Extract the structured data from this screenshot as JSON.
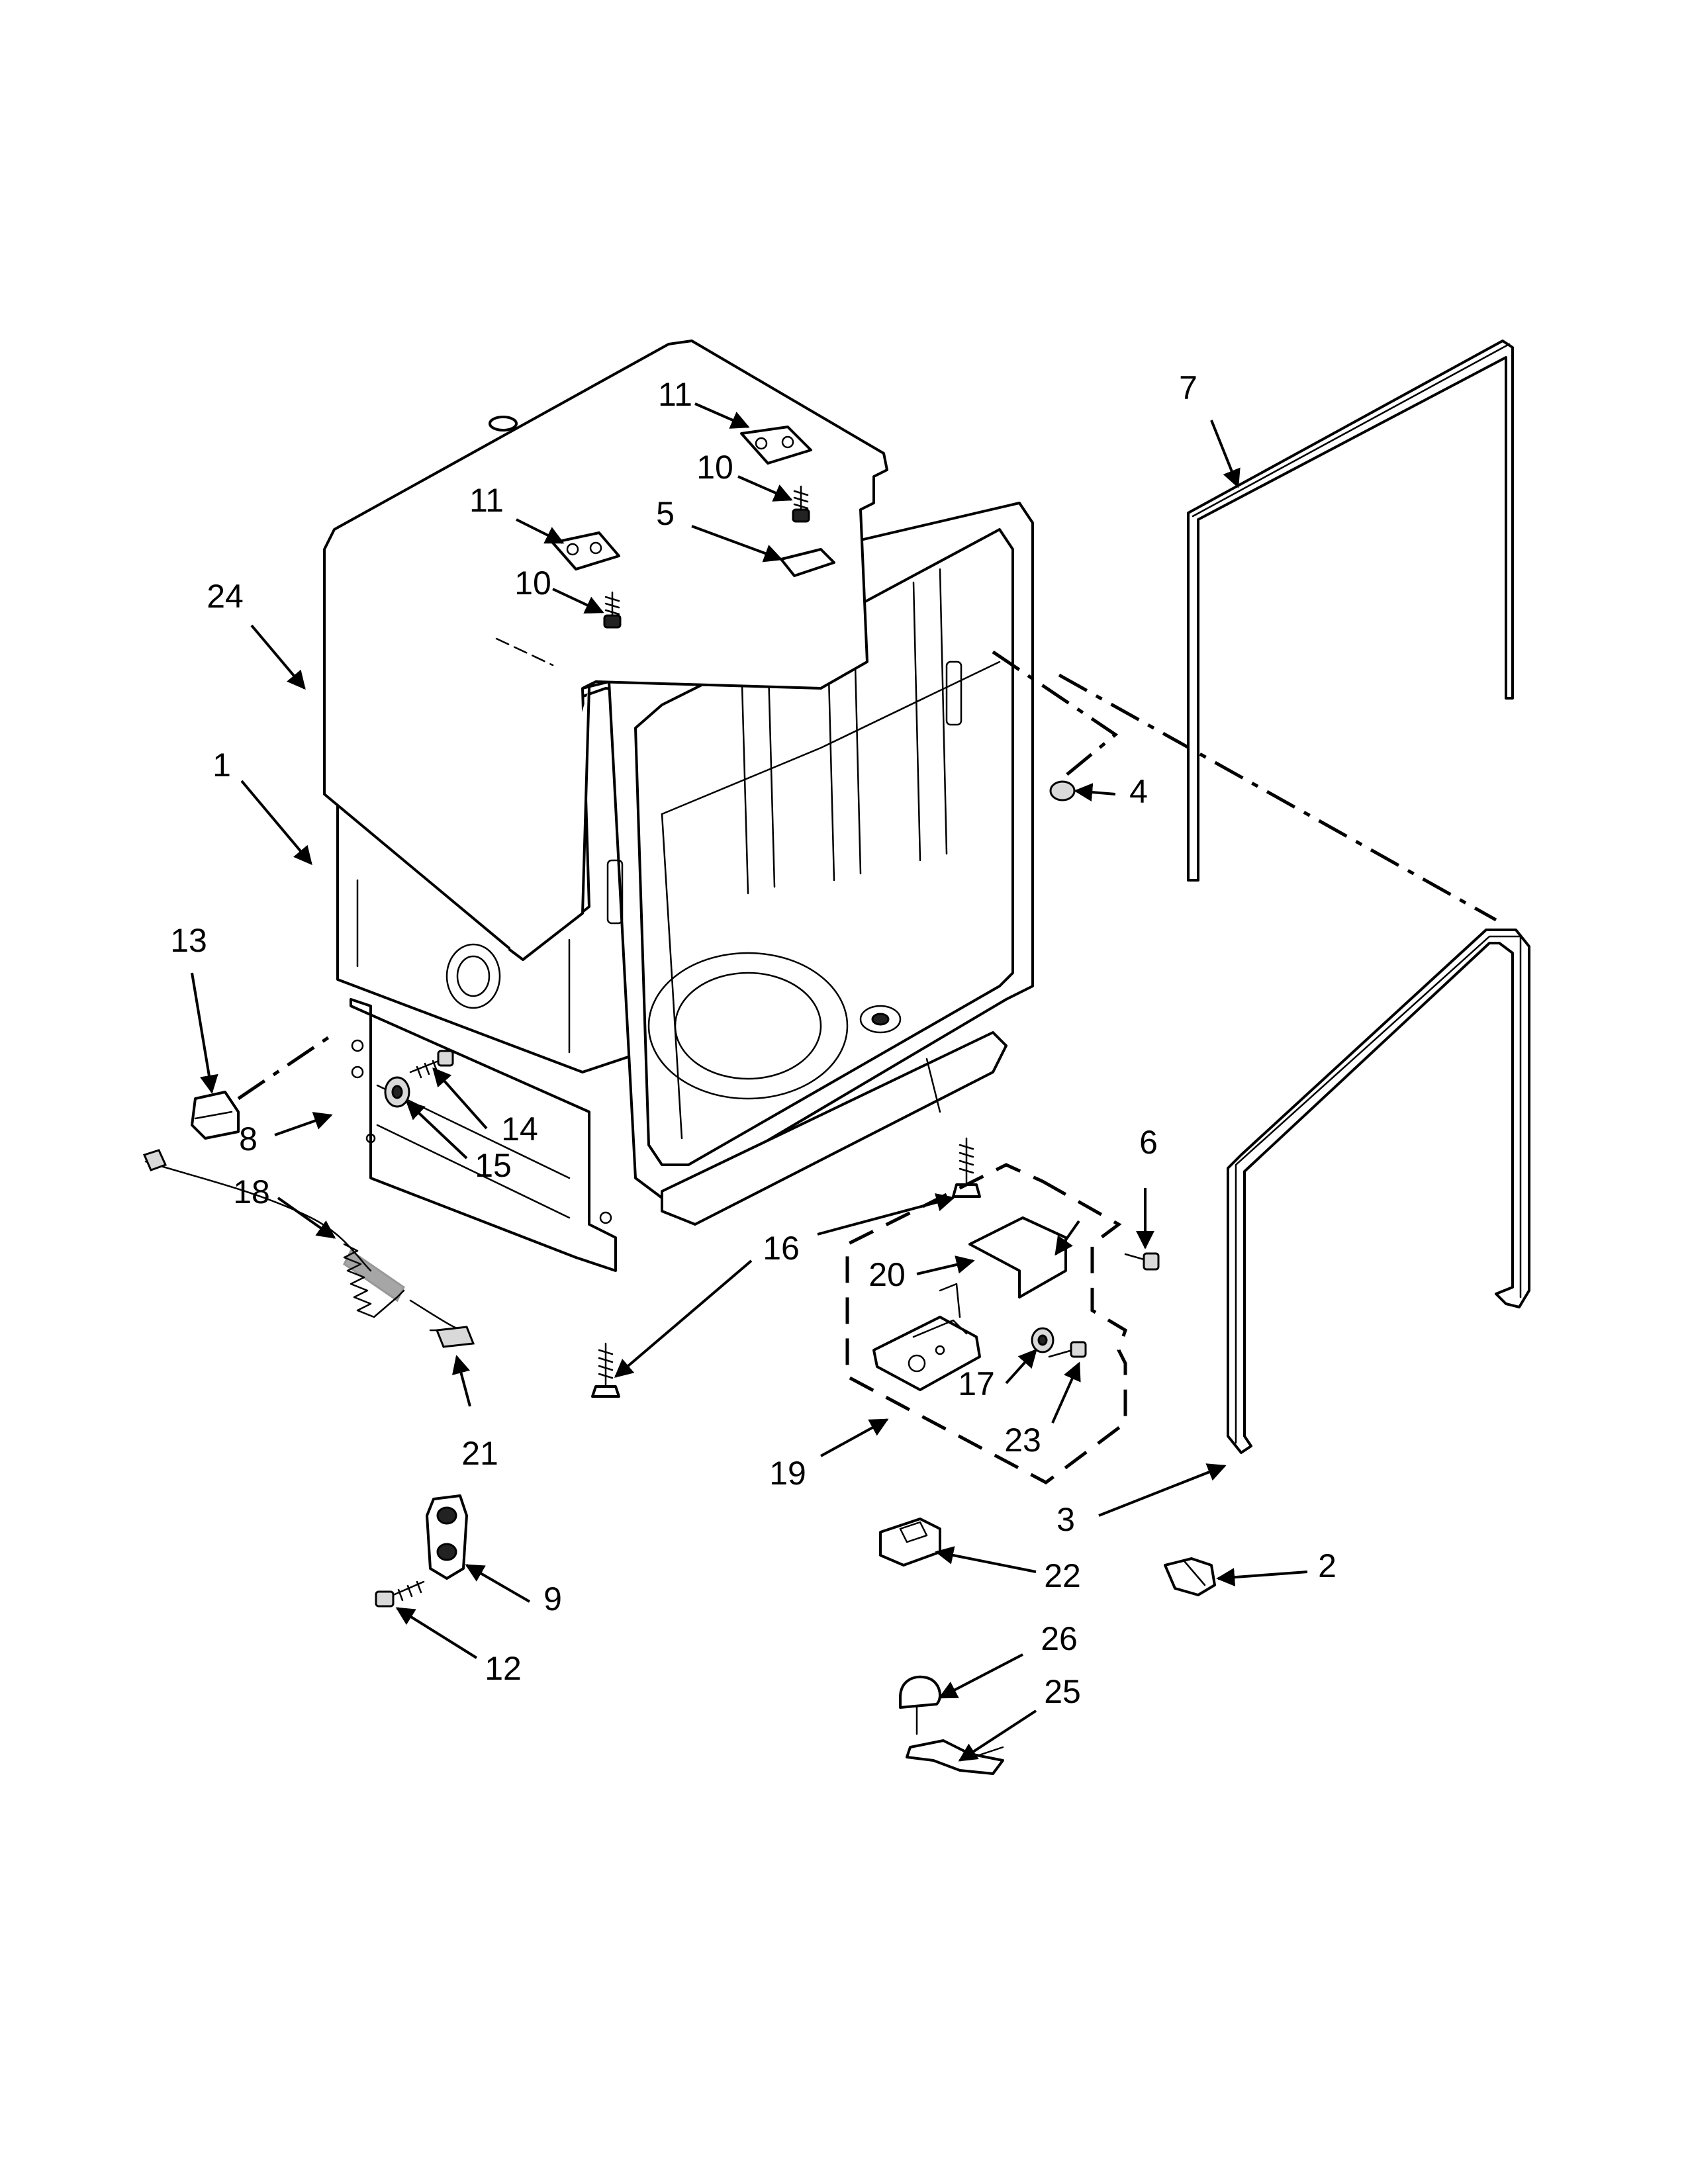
{
  "callouts": {
    "c1": "1",
    "c2": "2",
    "c3": "3",
    "c4": "4",
    "c5": "5",
    "c6": "6",
    "c7": "7",
    "c8": "8",
    "c9": "9",
    "c10a": "10",
    "c10b": "10",
    "c11a": "11",
    "c11b": "11",
    "c12": "12",
    "c13": "13",
    "c14": "14",
    "c15": "15",
    "c16": "16",
    "c17": "17",
    "c18": "18",
    "c19": "19",
    "c20": "20",
    "c21": "21",
    "c22": "22",
    "c23": "23",
    "c24": "24",
    "c25": "25",
    "c26": "26"
  }
}
